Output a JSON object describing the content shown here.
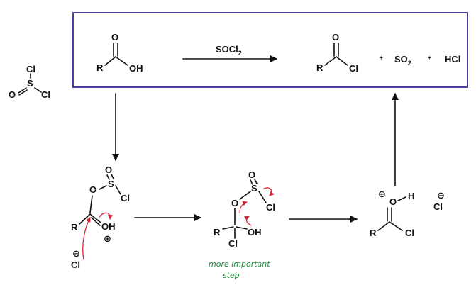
{
  "colors": {
    "box": "#4b3fa0",
    "ink": "#111111",
    "curly_arrow": "#d6263a",
    "note": "#1f8a3a"
  },
  "atoms": {
    "R": "R",
    "O": "O",
    "OH": "OH",
    "Cl": "Cl",
    "S": "S",
    "H": "H",
    "HCl": "HCl"
  },
  "reagent": {
    "main": "SOCl",
    "sub": "2"
  },
  "product_so2": {
    "main": "SO",
    "sub": "2"
  },
  "plus": "+",
  "plus_charge": "⊕",
  "minus_charge": "⊖",
  "note": {
    "line1": "more important",
    "line2": "step"
  }
}
